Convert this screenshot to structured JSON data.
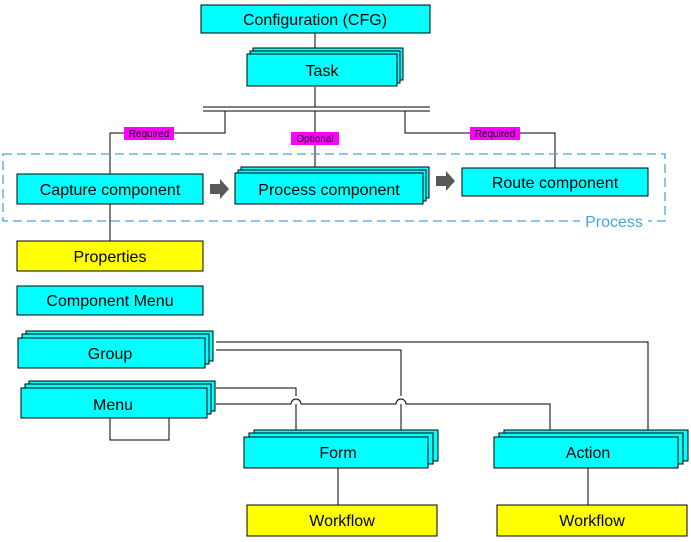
{
  "colors": {
    "cyan": "#00ffff",
    "yellow": "#ffff00",
    "magenta": "#ff00ff",
    "line": "#000000",
    "process_border": "#4aa3df",
    "arrow": "#595959"
  },
  "nodes": {
    "cfg": "Configuration (CFG)",
    "task": "Task",
    "capture": "Capture component",
    "process": "Process component",
    "route": "Route component",
    "properties": "Properties",
    "component_menu": "Component Menu",
    "group": "Group",
    "menu": "Menu",
    "form": "Form",
    "action": "Action",
    "workflow_form": "Workflow",
    "workflow_action": "Workflow"
  },
  "tags": {
    "required_left": "Required",
    "optional": "Optional",
    "required_right": "Required"
  },
  "process_region": {
    "label": "Process"
  }
}
